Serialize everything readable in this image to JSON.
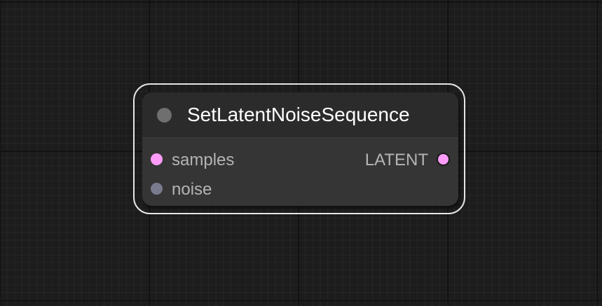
{
  "node": {
    "title": "SetLatentNoiseSequence",
    "inputs": [
      {
        "label": "samples",
        "color": "#ff9cf9"
      },
      {
        "label": "noise",
        "color": "#7a7a8e"
      }
    ],
    "outputs": [
      {
        "label": "LATENT",
        "color": "#ff9cf9"
      }
    ],
    "title_dot_color": "#6f6f6f"
  }
}
